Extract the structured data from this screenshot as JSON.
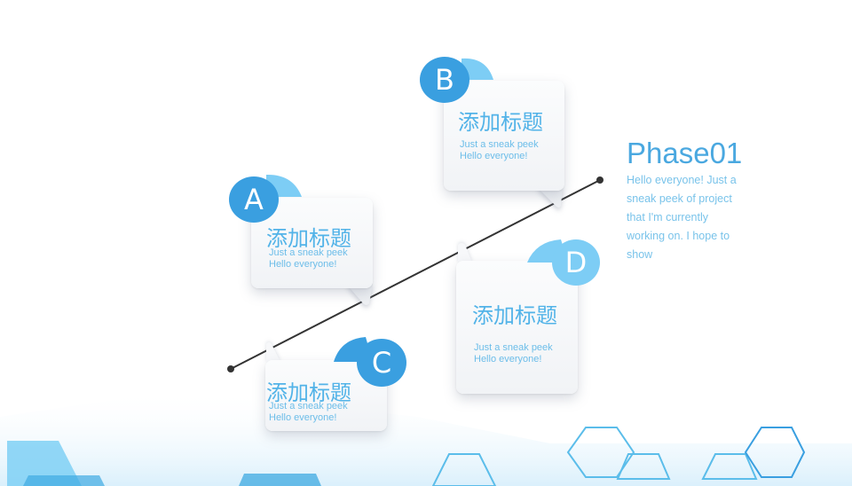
{
  "phase": {
    "title": "Phase01",
    "description": "Hello everyone! Just a sneak peek of project that I'm currently working on. I hope to show"
  },
  "cards": [
    {
      "letter": "A",
      "title": "添加标题",
      "sub1": "Just a sneak peek",
      "sub2": "Hello everyone!"
    },
    {
      "letter": "B",
      "title": "添加标题",
      "sub1": "Just a sneak peek",
      "sub2": "Hello everyone!"
    },
    {
      "letter": "C",
      "title": "添加标题",
      "sub1": "Just a sneak peek",
      "sub2": "Hello everyone!"
    },
    {
      "letter": "D",
      "title": "添加标题",
      "sub1": "Just a sneak peek",
      "sub2": "Hello everyone!"
    }
  ],
  "colors": {
    "accent": "#3a9fe0",
    "accent_light": "#7dcdf5",
    "text_blue": "#52b3e8",
    "timeline": "#333333"
  }
}
